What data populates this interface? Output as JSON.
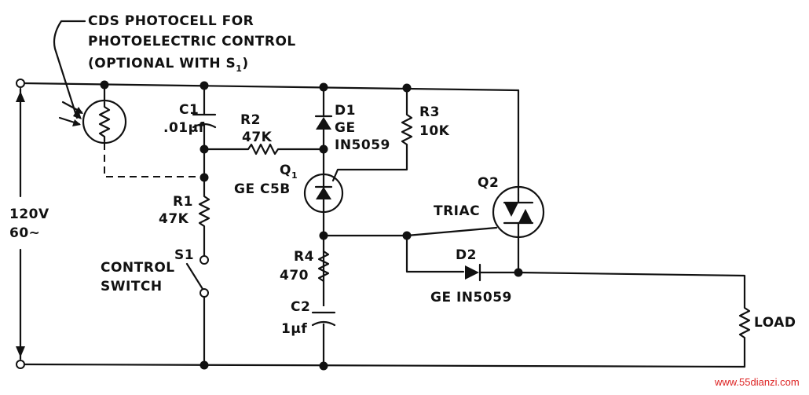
{
  "annotation": {
    "line1": "CDS PHOTOCELL FOR",
    "line2": "PHOTOELECTRIC CONTROL",
    "line3": "(OPTIONAL WITH S",
    "line3_sub": "1",
    "line3_end": ")"
  },
  "source": {
    "voltage": "120V",
    "frequency": "60~"
  },
  "components": {
    "c1": {
      "ref": "C1",
      "value": ".01μf"
    },
    "r2": {
      "ref": "R2",
      "value": "47K"
    },
    "d1": {
      "ref": "D1",
      "type": "GE",
      "part": "IN5059"
    },
    "r3": {
      "ref": "R3",
      "value": "10K"
    },
    "q1": {
      "ref": "Q",
      "ref_sub": "1",
      "part": "GE C5B"
    },
    "r1": {
      "ref": "R1",
      "value": "47K"
    },
    "s1": {
      "ref": "S1",
      "desc1": "CONTROL",
      "desc2": "SWITCH"
    },
    "q2": {
      "ref": "Q2",
      "type": "TRIAC"
    },
    "r4": {
      "ref": "R4",
      "value": "470"
    },
    "c2": {
      "ref": "C2",
      "value": "1μf"
    },
    "d2": {
      "ref": "D2",
      "part": "GE IN5059"
    },
    "load": {
      "label": "LOAD"
    }
  },
  "watermark": "www.55dianzi.com"
}
